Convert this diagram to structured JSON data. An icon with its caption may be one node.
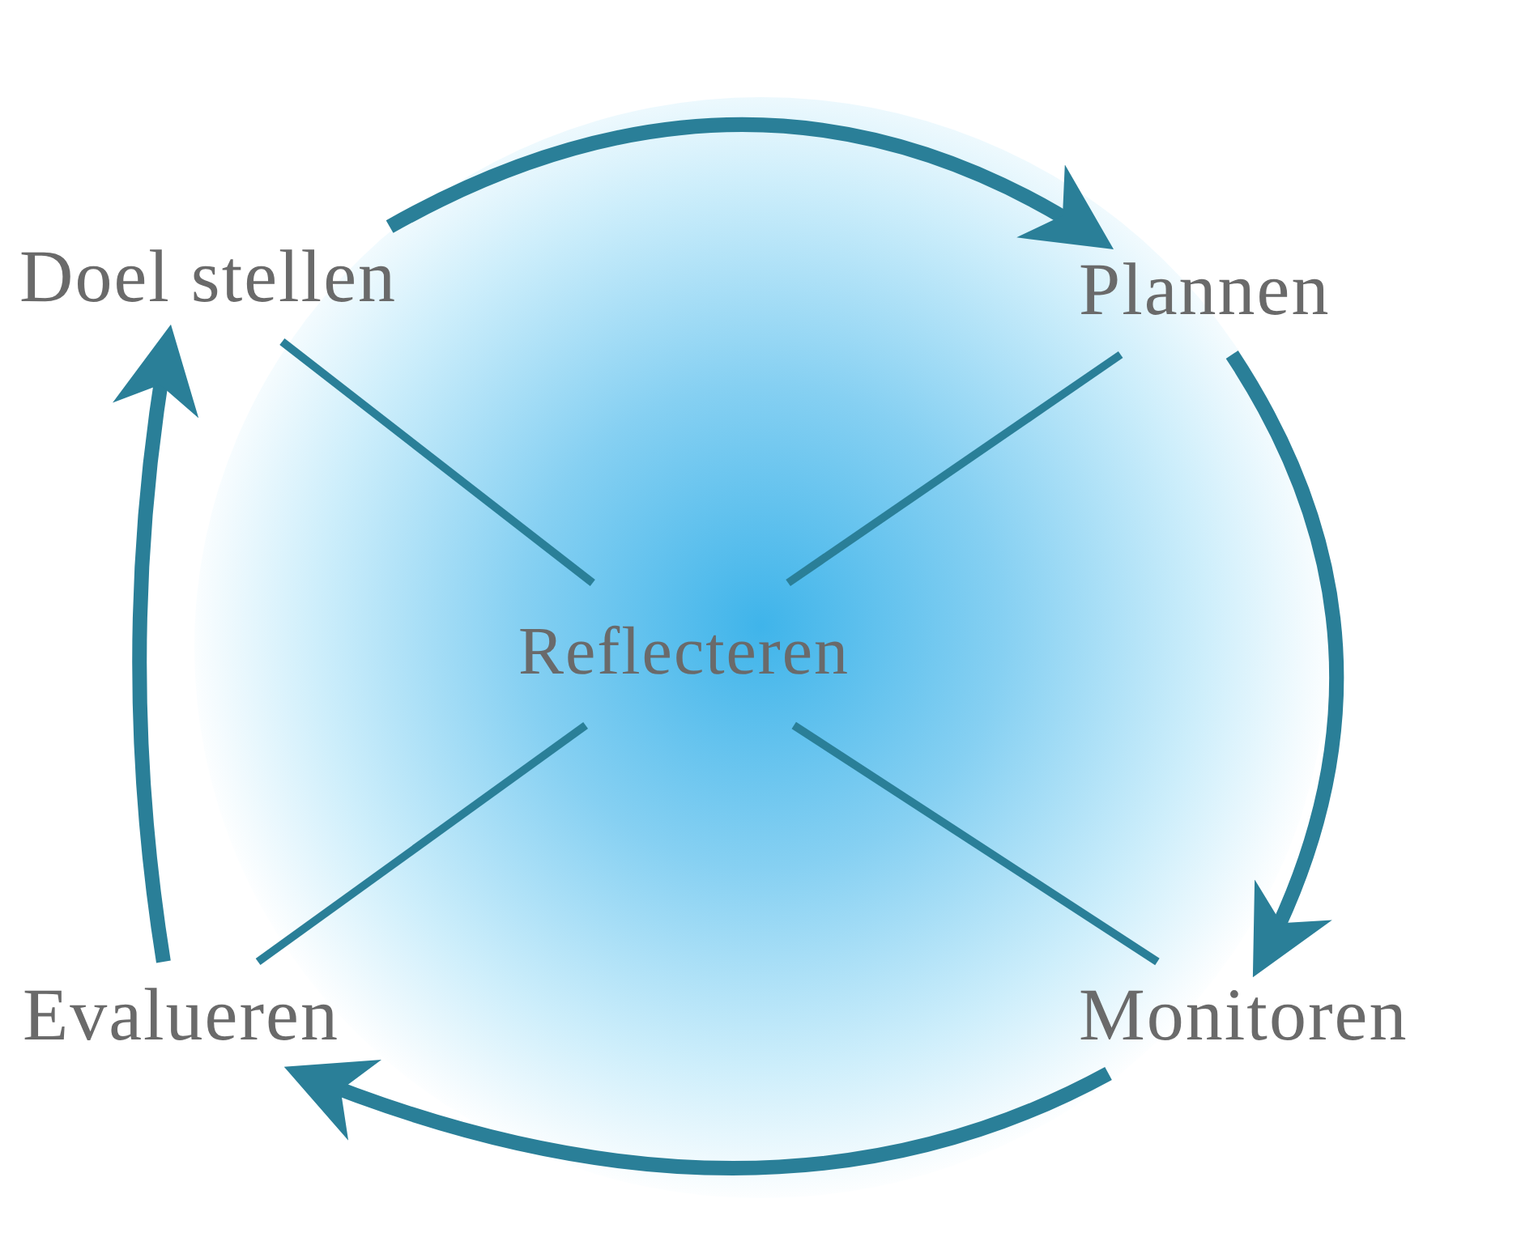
{
  "diagram": {
    "nodes": [
      {
        "text": [
          "Doel stellen"
        ]
      },
      {
        "text": [
          "Plannen"
        ]
      },
      {
        "text": [
          "Monitoren"
        ]
      },
      {
        "text": [
          "Evalueren"
        ]
      },
      {
        "text": [
          "Reflecteren"
        ]
      }
    ],
    "edges": [
      {
        "from": 0,
        "to": 1,
        "arrow": "to",
        "style": "thick"
      },
      {
        "from": 1,
        "to": 2,
        "arrow": "to",
        "style": "thick"
      },
      {
        "from": 2,
        "to": 3,
        "arrow": "to",
        "style": "thick"
      },
      {
        "from": 3,
        "to": 0,
        "arrow": "to",
        "style": "thick"
      },
      {
        "from": 4,
        "to": 0,
        "arrow": "none"
      },
      {
        "from": 4,
        "to": 1,
        "arrow": "none"
      },
      {
        "from": 4,
        "to": 2,
        "arrow": "none"
      },
      {
        "from": 4,
        "to": 3,
        "arrow": "none"
      }
    ]
  }
}
